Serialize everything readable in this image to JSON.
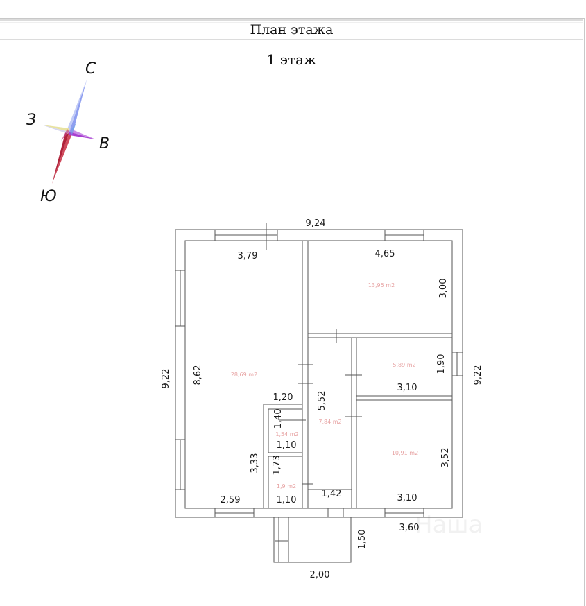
{
  "header": {
    "title": "План этажа"
  },
  "floor": {
    "title": "1 этаж"
  },
  "compass": {
    "north": "С",
    "west": "З",
    "east": "В",
    "south": "Ю"
  },
  "dimensions": {
    "top_total": "9,24",
    "left_total": "9,22",
    "right_total": "9,22",
    "living_width": "3,79",
    "living_height": "8,62",
    "living_lower": "3,33",
    "living_bottom": "2,59",
    "bedroom_top_width": "4,65",
    "bedroom_top_depth": "3,00",
    "small_room_depth": "1,90",
    "small_room_width": "3,10",
    "hall_depth": "5,52",
    "hall_bottom": "1,42",
    "bath_width": "1,20",
    "bath_depth": "1,40",
    "bath_inner_width": "1,10",
    "wc_depth": "1,73",
    "wc_width": "1,10",
    "bedroom_bottom_depth": "3,52",
    "bedroom_bottom_width": "3,10",
    "porch_offset": "3,60",
    "porch_depth": "1,50",
    "porch_width": "2,00"
  },
  "areas": {
    "living": "28,69 m2",
    "bedroom_top": "13,95 m2",
    "small_room": "5,89 m2",
    "hall": "7,84 m2",
    "bath": "1,54 m2",
    "wc": "1,9 m2",
    "bedroom_bottom": "10,91 m2"
  },
  "watermark": "Наша",
  "colors": {
    "wall": "#555555",
    "area_text": "#e7a3a3",
    "compass_north": "#8f9ff0",
    "compass_south": "#b0223a",
    "compass_east": "#a83fd0",
    "compass_west": "#e8e3a0"
  }
}
